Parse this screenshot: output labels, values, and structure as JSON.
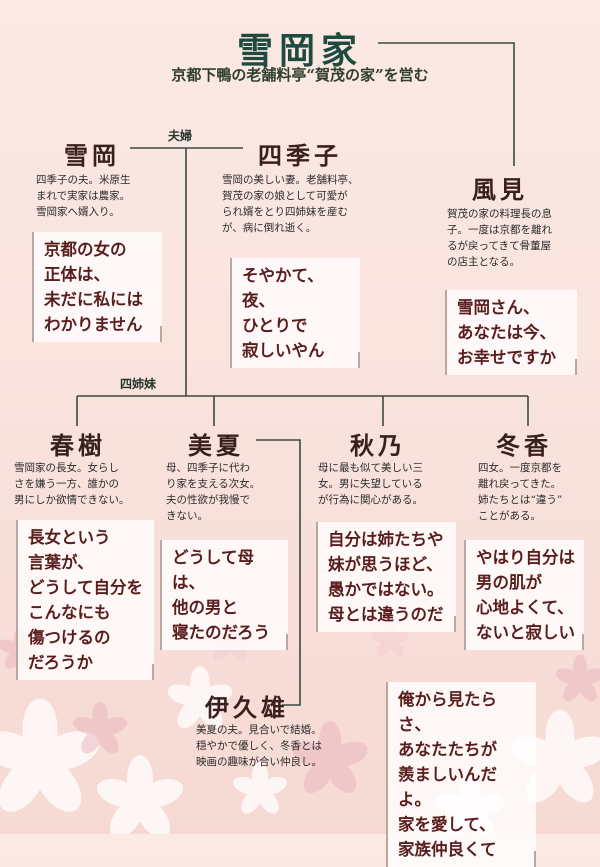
{
  "title": "雪岡家",
  "subtitle": "京都下鴨の老舗料亭“賀茂の家”を営む",
  "labels": {
    "couple": "夫婦",
    "sisters": "四姉妹"
  },
  "people": {
    "yukioka": {
      "name": "雪岡",
      "desc": "四季子の夫。米原生\nまれで実家は農家。\n雪岡家へ婿入り。",
      "quote": "京都の女の\n正体は、\n未だに私には\nわかりません"
    },
    "shikiko": {
      "name": "四季子",
      "desc": "雪岡の美しい妻。老舗料亭、\n賀茂の家の娘として可愛が\nられ婿をとり四姉妹を産む\nが、病に倒れ逝く。",
      "quote": "そやかて、夜、\nひとりで\n寂しいやん"
    },
    "kazami": {
      "name": "風見",
      "desc": "賀茂の家の料理長の息\n子。一度は京都を離れ\nるが戻ってきて骨董屋\nの店主となる。",
      "quote": "雪岡さん、\nあなたは今、\nお幸せですか"
    },
    "haruki": {
      "name": "春樹",
      "desc": "雪岡家の長女。女らし\nさを嫌う一方、誰かの\n男にしか欲情できない。",
      "quote": "長女という\n言葉が、\nどうして自分を\nこんなにも\n傷つけるの\nだろうか"
    },
    "mika": {
      "name": "美夏",
      "desc": "母、四季子に代わ\nり家を支える次女。\n夫の性欲が我慢で\nきない。",
      "quote": "どうして母は、\n他の男と\n寝たのだろう"
    },
    "akino": {
      "name": "秋乃",
      "desc": "母に最も似て美しい三\n女。男に失望している\nが行為に関心がある。",
      "quote": "自分は姉たちや\n妹が思うほど、\n愚かではない。\n母とは違うのだ"
    },
    "fuyuka": {
      "name": "冬香",
      "desc": "四女。一度京都を\n離れ戻ってきた。\n姉たちとは“違う”\nことがある。",
      "quote": "やはり自分は\n男の肌が\n心地よくて、\nないと寂しい"
    },
    "ikuo": {
      "name": "伊久雄",
      "desc": "美夏の夫。見合いで結婚。\n穏やかで優しく、冬香とは\n映画の趣味が合い仲良し。",
      "quote": "俺から見たらさ、\nあなたたちが\n羨ましいんだよ。\n家を愛して、\n家族仲良くて"
    }
  },
  "colors": {
    "line": "#3b4a42",
    "accent": "#1f4a3f",
    "quote_text": "#5a1d1d"
  }
}
